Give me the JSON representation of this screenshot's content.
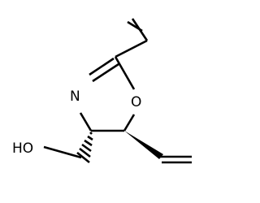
{
  "molecule": {
    "atoms": {
      "n": "N",
      "o": "O",
      "ho": "HO"
    }
  }
}
